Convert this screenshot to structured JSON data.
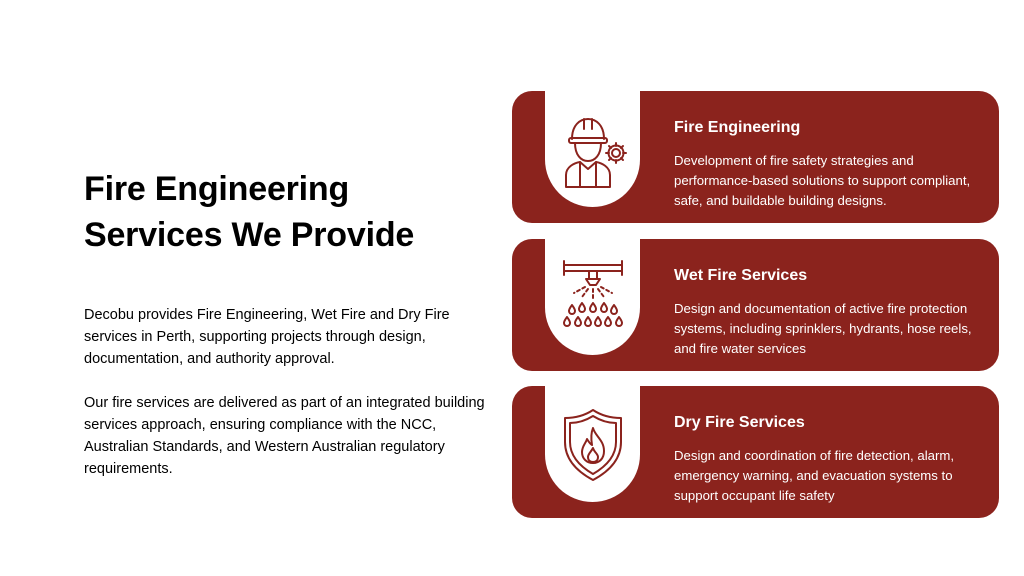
{
  "heading": {
    "line1": "Fire Engineering",
    "line2": "Services We Provide"
  },
  "intro": {
    "paragraph1": "Decobu provides Fire Engineering, Wet Fire and Dry Fire services in Perth, supporting projects through design, documentation, and authority approval.",
    "paragraph2": "Our fire services are delivered as part of an integrated building services approach, ensuring compliance with the NCC, Australian Standards, and Western Australian regulatory requirements."
  },
  "services": [
    {
      "icon": "engineer-icon",
      "title": "Fire Engineering",
      "description": "Development of fire safety strategies and performance-based solutions to support compliant, safe, and buildable building designs."
    },
    {
      "icon": "sprinkler-icon",
      "title": "Wet Fire Services",
      "description": "Design and documentation of active fire protection systems, including sprinklers, hydrants, hose reels, and fire water services"
    },
    {
      "icon": "fire-shield-icon",
      "title": "Dry Fire Services",
      "description": "Design and coordination of fire detection, alarm, emergency warning, and evacuation systems to support occupant life safety"
    }
  ],
  "colors": {
    "card_background": "#8b231d",
    "icon_stroke": "#8b231d",
    "text": "#000000"
  }
}
